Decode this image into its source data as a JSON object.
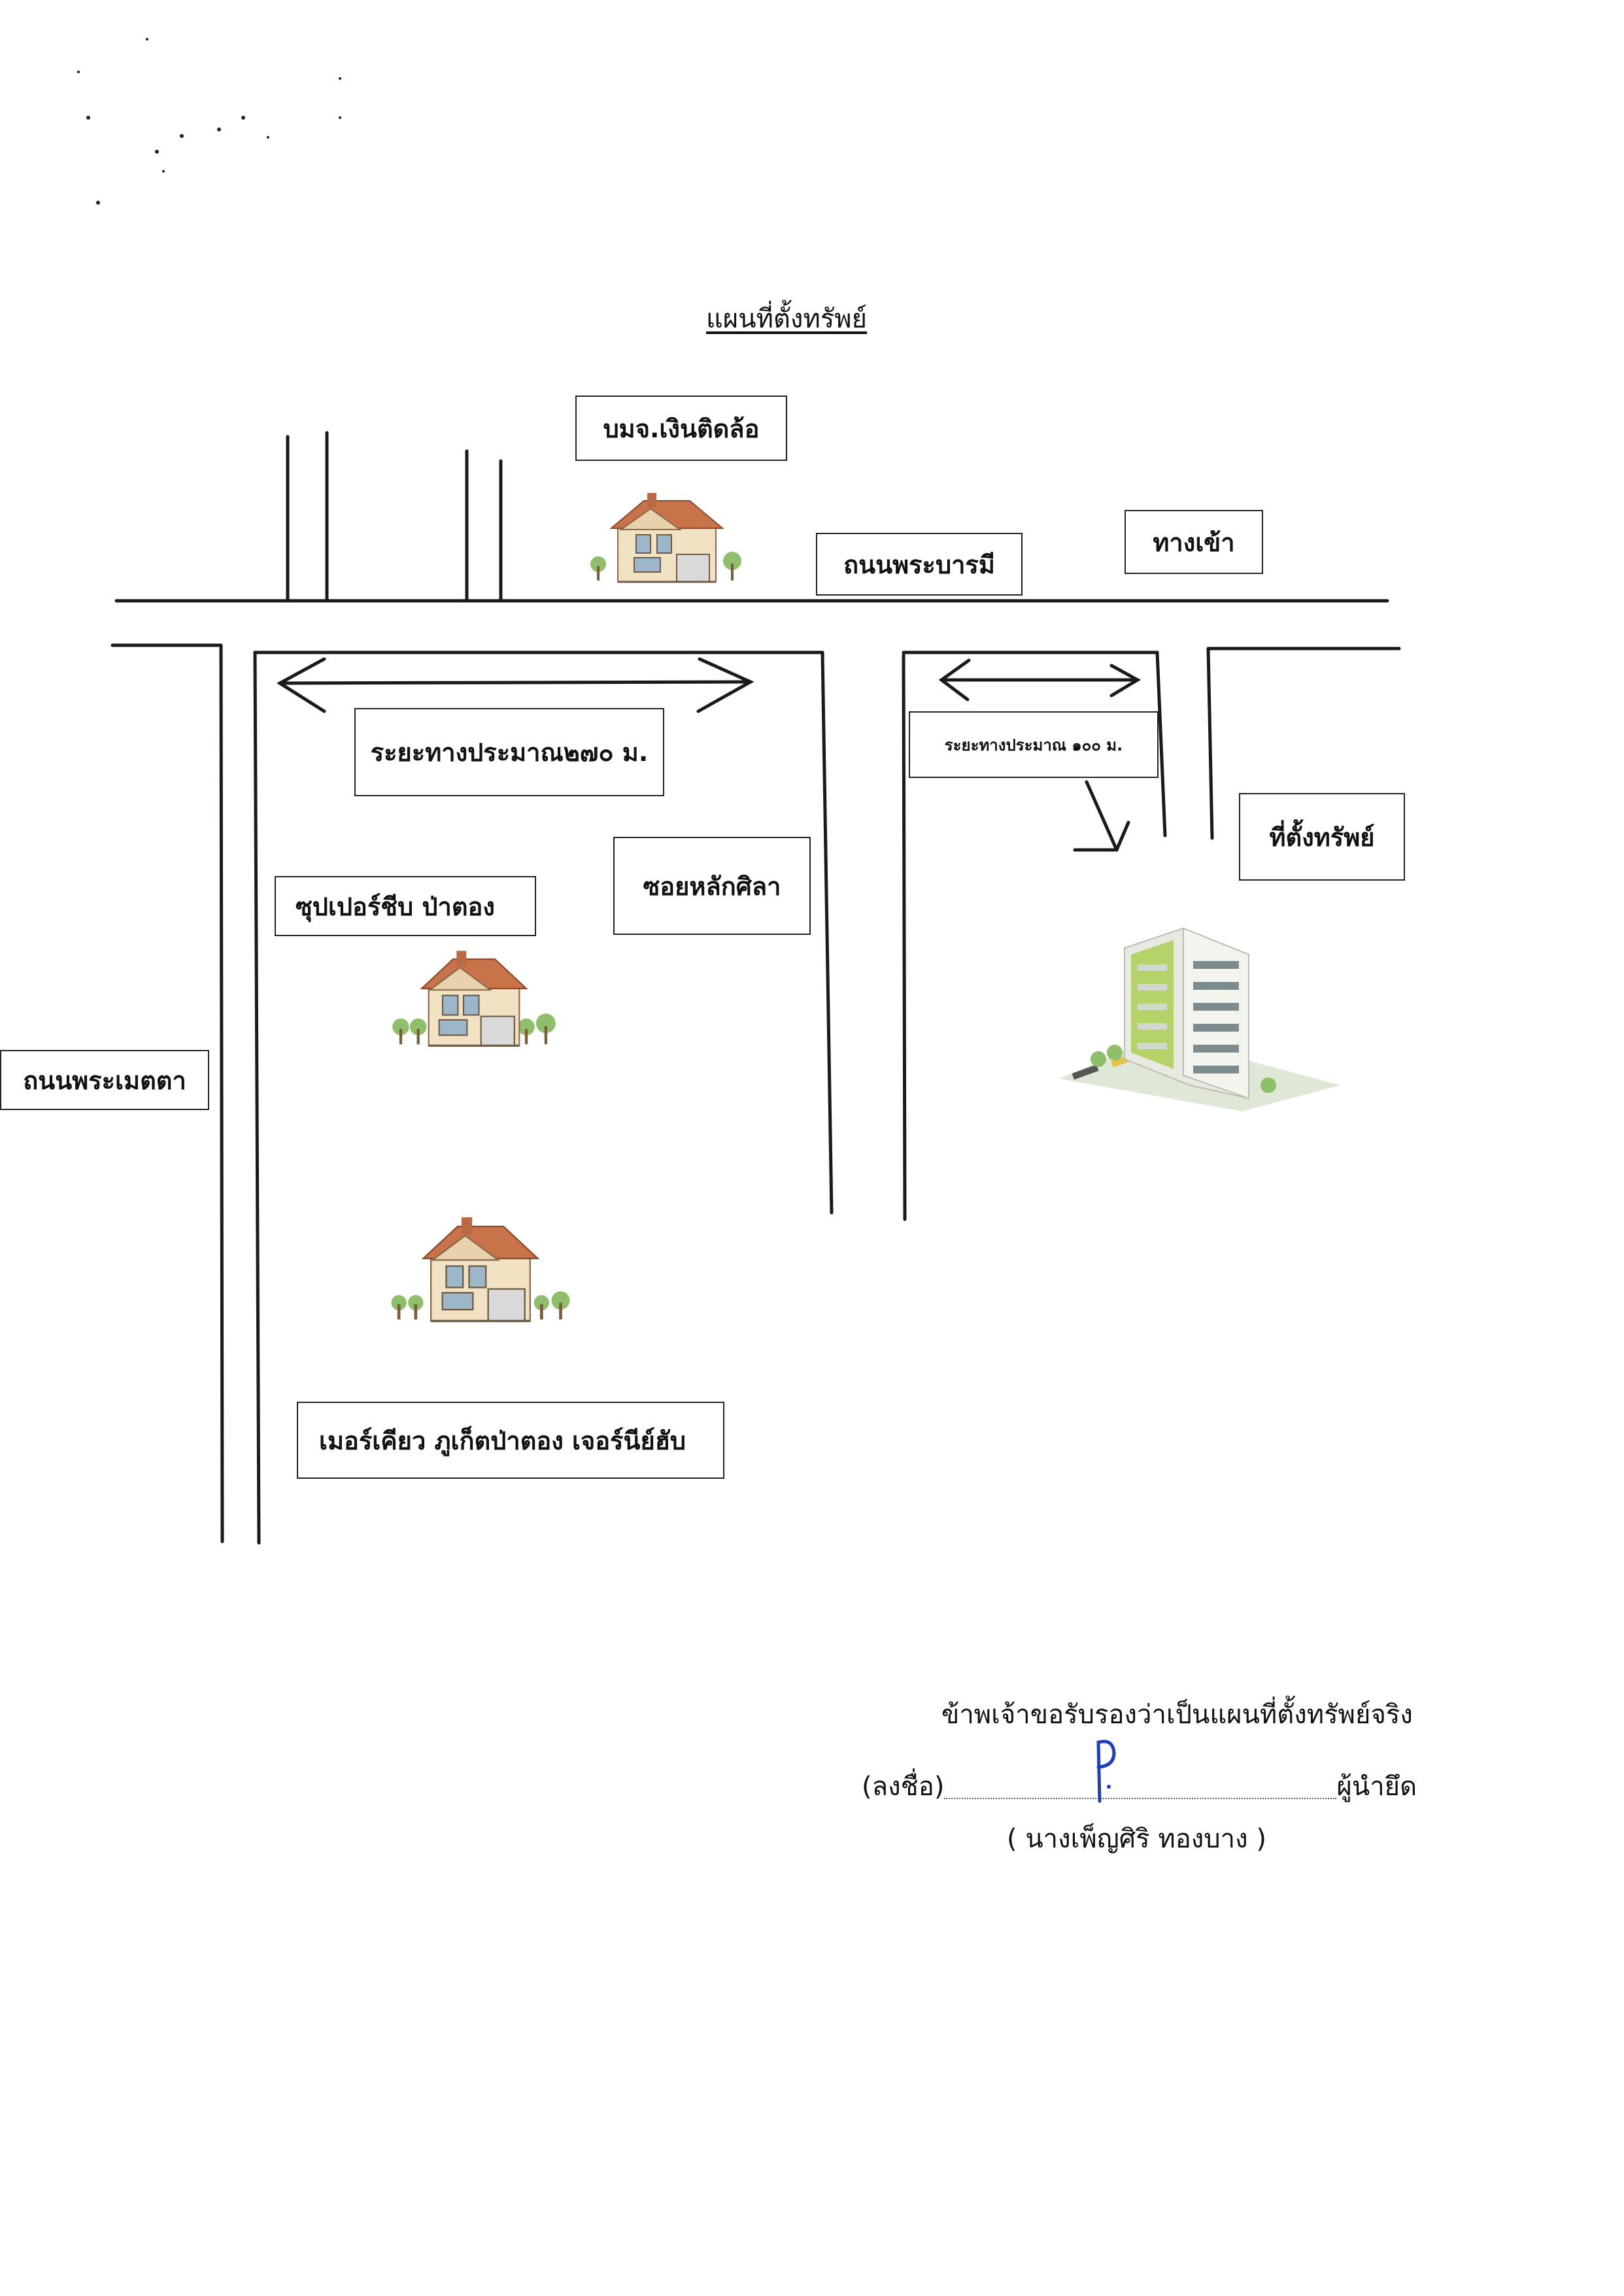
{
  "title": "แผนที่ตั้งทรัพย์",
  "labels": {
    "bmj_ngin_tid_lo": "บมจ.เงินติดล้อ",
    "thanon_phra_barami": "ถนนพระบารมี",
    "thang_khao": "ทางเข้า",
    "distance_270": "ระยะทางประมาณ๒๗๐ ม.",
    "distance_100": "ระยะทางประมาณ ๑๐๐ ม.",
    "thi_tang_sap": "ที่ตั้งทรัพย์",
    "soi_lak_sila": "ซอยหลักศิลา",
    "super_cheap": "ซุปเปอร์ชีบ ป่าตอง",
    "thanon_phra_metta": "ถนนพระเมตตา",
    "mercure": "เมอร์เคียว ภูเก็ตป่าตอง เจอร์นีย์ฮับ"
  },
  "certification": {
    "statement": "ข้าพเจ้าขอรับรองว่าเป็นแผนที่ตั้งทรัพย์จริง",
    "sign_prefix": "(ลงชื่อ)",
    "sign_suffix": "ผู้นำยึด",
    "signature_mark": "P.",
    "name": "(  นางเพ็ญศิริ ทองบาง )"
  },
  "colors": {
    "road_line": "#1a1a1a",
    "roof": "#c8734a",
    "wall": "#f2e2c4",
    "tree": "#8fbf6a",
    "building_green": "#b6d36a",
    "building_wall": "#e9e9e4",
    "signature_ink": "#1f3fb8"
  }
}
